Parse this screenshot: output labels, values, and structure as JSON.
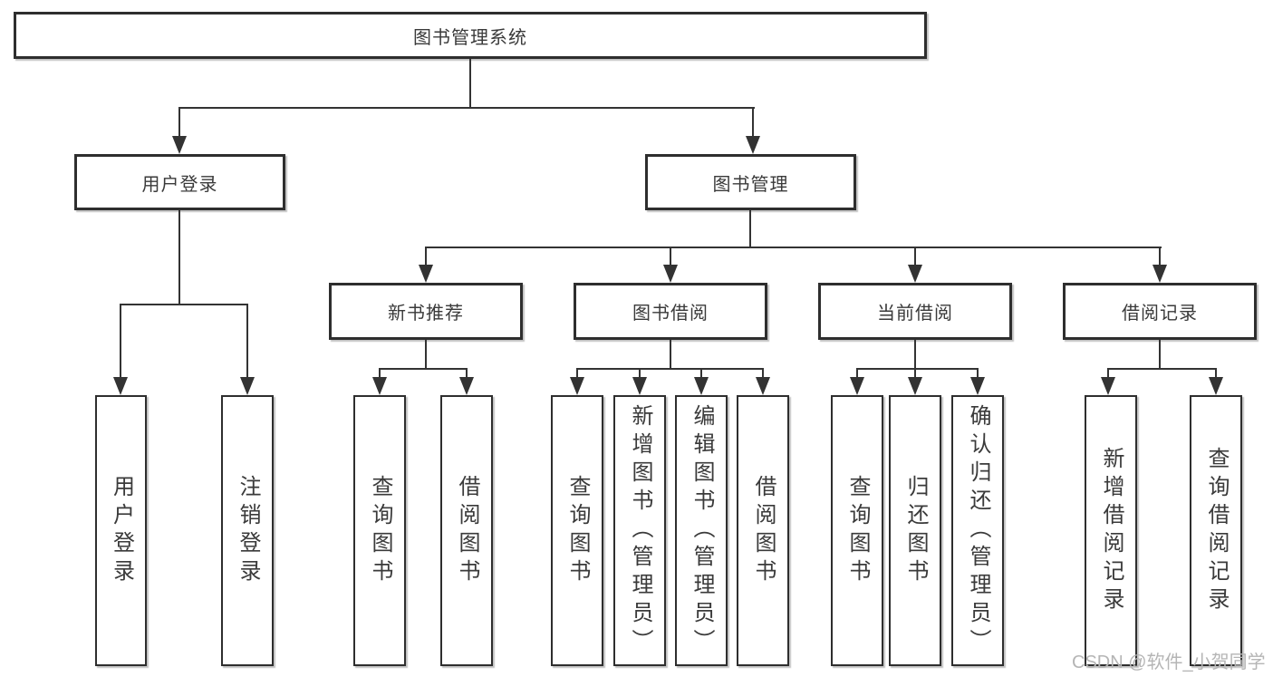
{
  "colors": {
    "line": "#333333",
    "box_border": "#2e2e2e",
    "text": "#3a3a3a",
    "watermark": "#b5b5b5",
    "background": "#ffffff"
  },
  "watermark": {
    "text": "CSDN @软件_小贺同学"
  },
  "tree": {
    "root": {
      "label": "图书管理系统"
    },
    "branches": [
      {
        "label": "用户登录",
        "children": [
          {
            "label": "用户登录"
          },
          {
            "label": "注销登录"
          }
        ]
      },
      {
        "label": "图书管理",
        "children": [
          {
            "label": "新书推荐",
            "children": [
              {
                "label": "查询图书"
              },
              {
                "label": "借阅图书"
              }
            ]
          },
          {
            "label": "图书借阅",
            "children": [
              {
                "label": "查询图书"
              },
              {
                "label": "新增图书（管理员）"
              },
              {
                "label": "编辑图书（管理员）"
              },
              {
                "label": "借阅图书"
              }
            ]
          },
          {
            "label": "当前借阅",
            "children": [
              {
                "label": "查询图书"
              },
              {
                "label": "归还图书"
              },
              {
                "label": "确认归还（管理员）"
              }
            ]
          },
          {
            "label": "借阅记录",
            "children": [
              {
                "label": "新增借阅记录"
              },
              {
                "label": "查询借阅记录"
              }
            ]
          }
        ]
      }
    ]
  }
}
